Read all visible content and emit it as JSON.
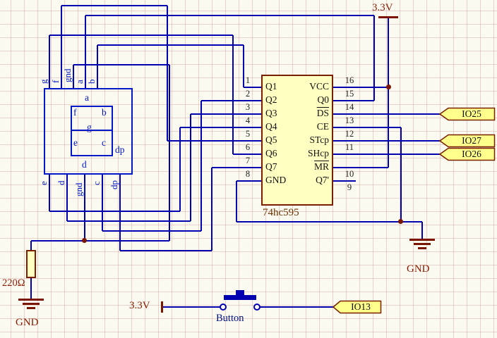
{
  "colors": {
    "wire": "#0000B0",
    "display_outline": "#0018C8",
    "component_border": "#7A2000",
    "component_fill": "#FFFFC2",
    "flag_fill": "#FFFF8C",
    "power_text": "#8B1A00",
    "background": "#FBFAF1"
  },
  "power": {
    "rail_top_label": "3.3V",
    "button_rail_label": "3.3V",
    "gnd_right_label": "GND",
    "gnd_left_label": "GND"
  },
  "ic": {
    "name": "74hc595",
    "left_pins": [
      {
        "num": "1",
        "name": "Q1"
      },
      {
        "num": "2",
        "name": "Q2"
      },
      {
        "num": "3",
        "name": "Q3"
      },
      {
        "num": "4",
        "name": "Q4"
      },
      {
        "num": "5",
        "name": "Q5"
      },
      {
        "num": "6",
        "name": "Q6"
      },
      {
        "num": "7",
        "name": "Q7"
      },
      {
        "num": "8",
        "name": "GND"
      }
    ],
    "right_pins": [
      {
        "num": "16",
        "name": "VCC"
      },
      {
        "num": "15",
        "name": "Q0"
      },
      {
        "num": "14",
        "name": "DS"
      },
      {
        "num": "13",
        "name": "CE"
      },
      {
        "num": "12",
        "name": "STcp"
      },
      {
        "num": "11",
        "name": "SHcp"
      },
      {
        "num": "10",
        "name": "MR"
      },
      {
        "num": "9",
        "name": "Q7'"
      }
    ]
  },
  "display": {
    "top_pins": [
      "g",
      "f",
      "gnd",
      "a",
      "b"
    ],
    "bottom_pins": [
      "e",
      "d",
      "gnd",
      "c",
      "dp"
    ],
    "segments": {
      "a": "a",
      "b": "b",
      "c": "c",
      "d": "d",
      "e": "e",
      "f": "f",
      "g": "g",
      "dp": "dp"
    }
  },
  "flags": {
    "io25": "IO25",
    "io27": "IO27",
    "io26": "IO26",
    "io13": "IO13"
  },
  "resistor": {
    "label": "220Ω"
  },
  "button": {
    "label": "Button"
  }
}
